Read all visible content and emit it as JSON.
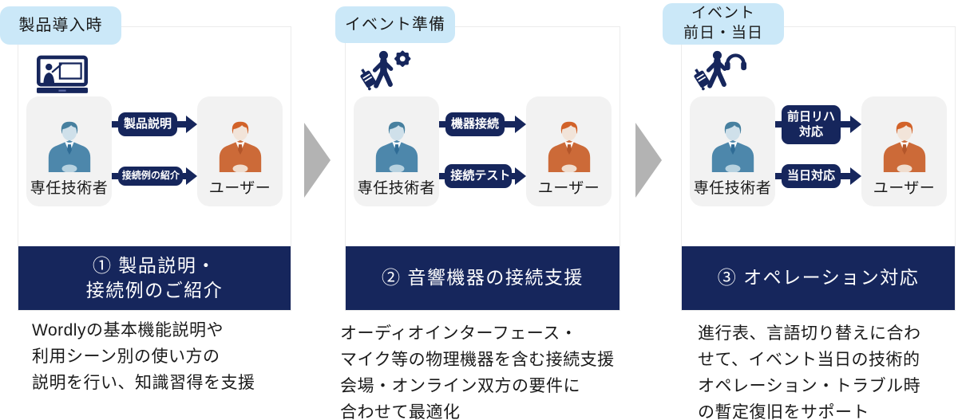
{
  "colors": {
    "navy": "#16265c",
    "tag-blue": "#cbe8f8",
    "box-gray": "#f2f2f2",
    "chevron-gray": "#b3b3b3",
    "text-dark": "#1a1a1a",
    "suit-blue": "#4d87ab",
    "suit-orange": "#cc6a38"
  },
  "columns": [
    {
      "tag_lines": [
        "製品導入時"
      ],
      "icon": "presentation-icon",
      "actor_left": "専任技術者",
      "actor_right": "ユーザー",
      "arrows": [
        {
          "lines": [
            "製品説明"
          ]
        },
        {
          "lines": [
            "接続例の紹介"
          ]
        }
      ],
      "banner_lines": [
        "① 製品説明・",
        "接続例のご紹介"
      ],
      "description_lines": [
        "Wordlyの基本機能説明や",
        "利用シーン別の使い方の",
        "説明を行い、知識習得を支援"
      ]
    },
    {
      "tag_lines": [
        "イベント準備"
      ],
      "icon": "traveler-gear-icon",
      "actor_left": "専任技術者",
      "actor_right": "ユーザー",
      "arrows": [
        {
          "lines": [
            "機器接続"
          ]
        },
        {
          "lines": [
            "接続テスト"
          ]
        }
      ],
      "banner_lines": [
        "② 音響機器の接続支援"
      ],
      "description_lines": [
        "オーディオインターフェース・",
        "マイク等の物理機器を含む接続支援",
        "会場・オンライン双方の要件に",
        "合わせて最適化"
      ]
    },
    {
      "tag_lines": [
        "イベント",
        "前日・当日"
      ],
      "icon": "traveler-headphones-icon",
      "actor_left": "専任技術者",
      "actor_right": "ユーザー",
      "arrows": [
        {
          "lines": [
            "前日リハ",
            "対応"
          ]
        },
        {
          "lines": [
            "当日対応"
          ]
        }
      ],
      "banner_lines": [
        "③ オペレーション対応"
      ],
      "description_lines": [
        "進行表、言語切り替えに合わ",
        "せて、イベント当日の技術的",
        "オペレーション・トラブル時",
        "の暫定復旧をサポート"
      ]
    }
  ]
}
